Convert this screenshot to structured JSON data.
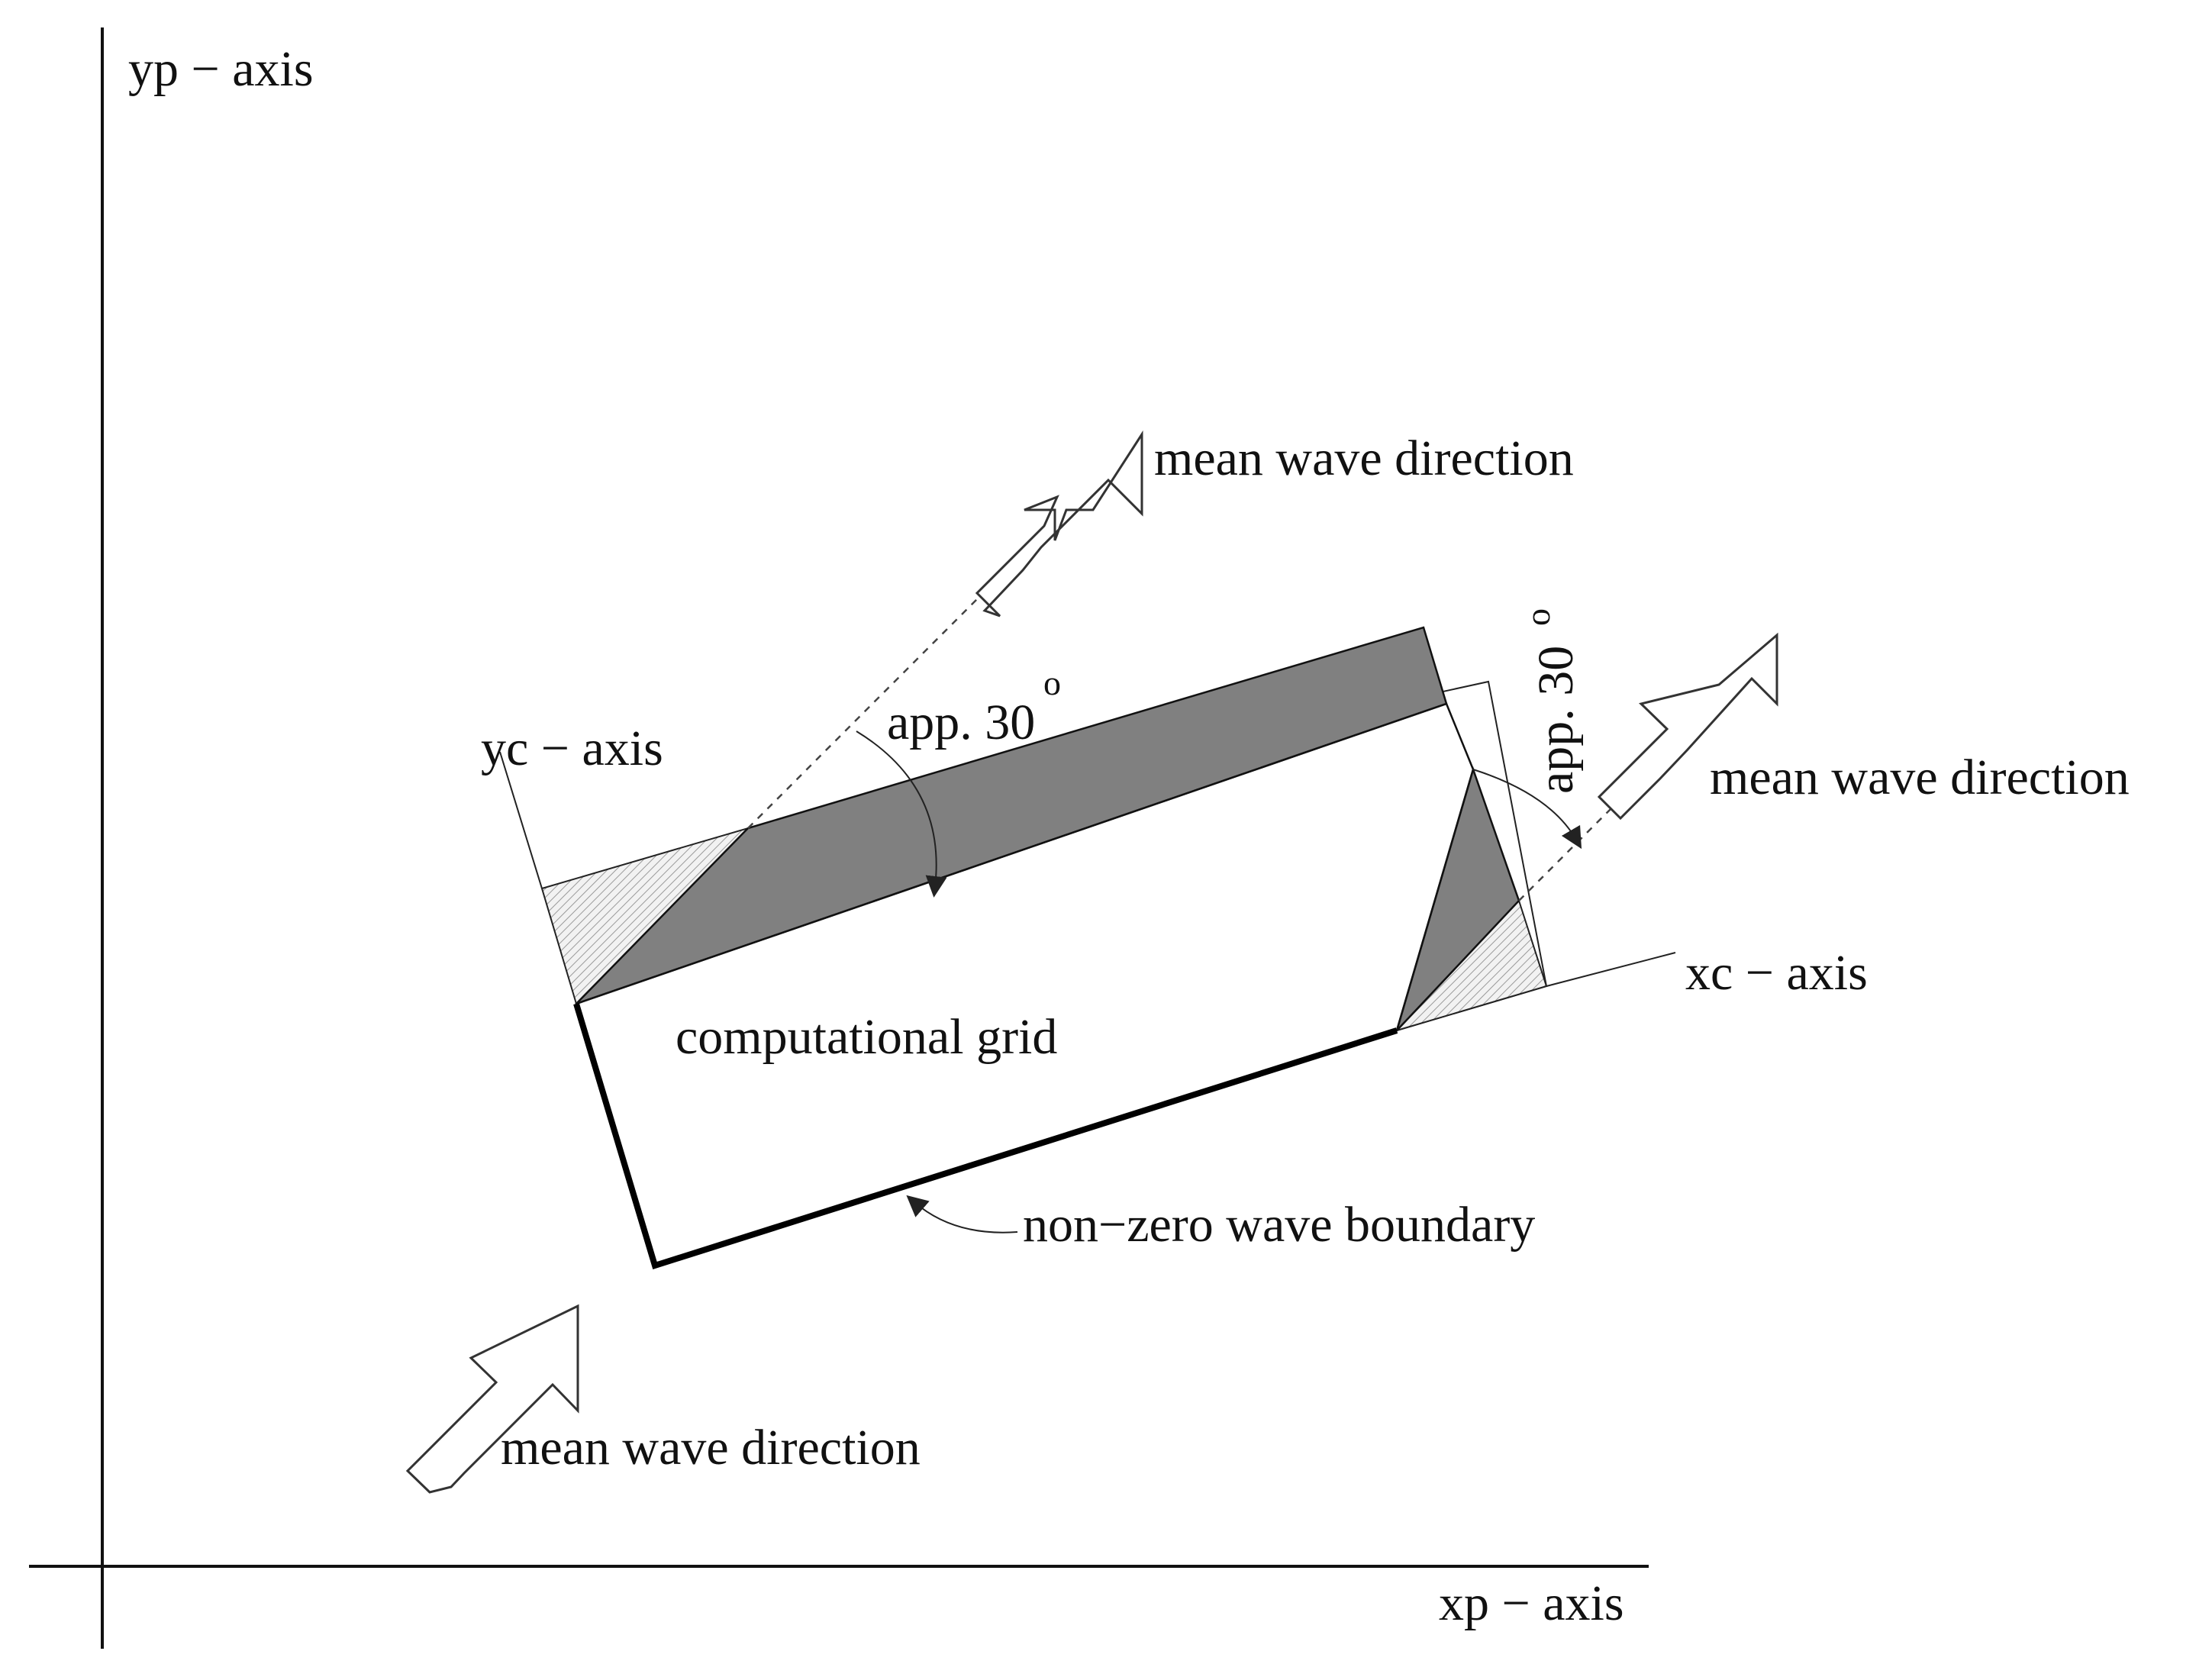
{
  "axes": {
    "yp_label": "yp − axis",
    "xp_label": "xp − axis",
    "yc_label": "yc − axis",
    "xc_label": "xc − axis"
  },
  "labels": {
    "mean_wave_direction_top": "mean wave direction",
    "mean_wave_direction_right": "mean wave direction",
    "mean_wave_direction_bottom": "mean wave direction",
    "computational_grid": "computational grid",
    "non_zero_boundary": "non−zero wave boundary"
  },
  "angles": {
    "top_angle_text": "app. 30",
    "right_angle_text": "app. 30",
    "degree_mark": "o"
  },
  "colors": {
    "shaded_region": "#808080",
    "hatched_region": "#d8d8d8",
    "lines": "#111111",
    "background": "#ffffff"
  }
}
